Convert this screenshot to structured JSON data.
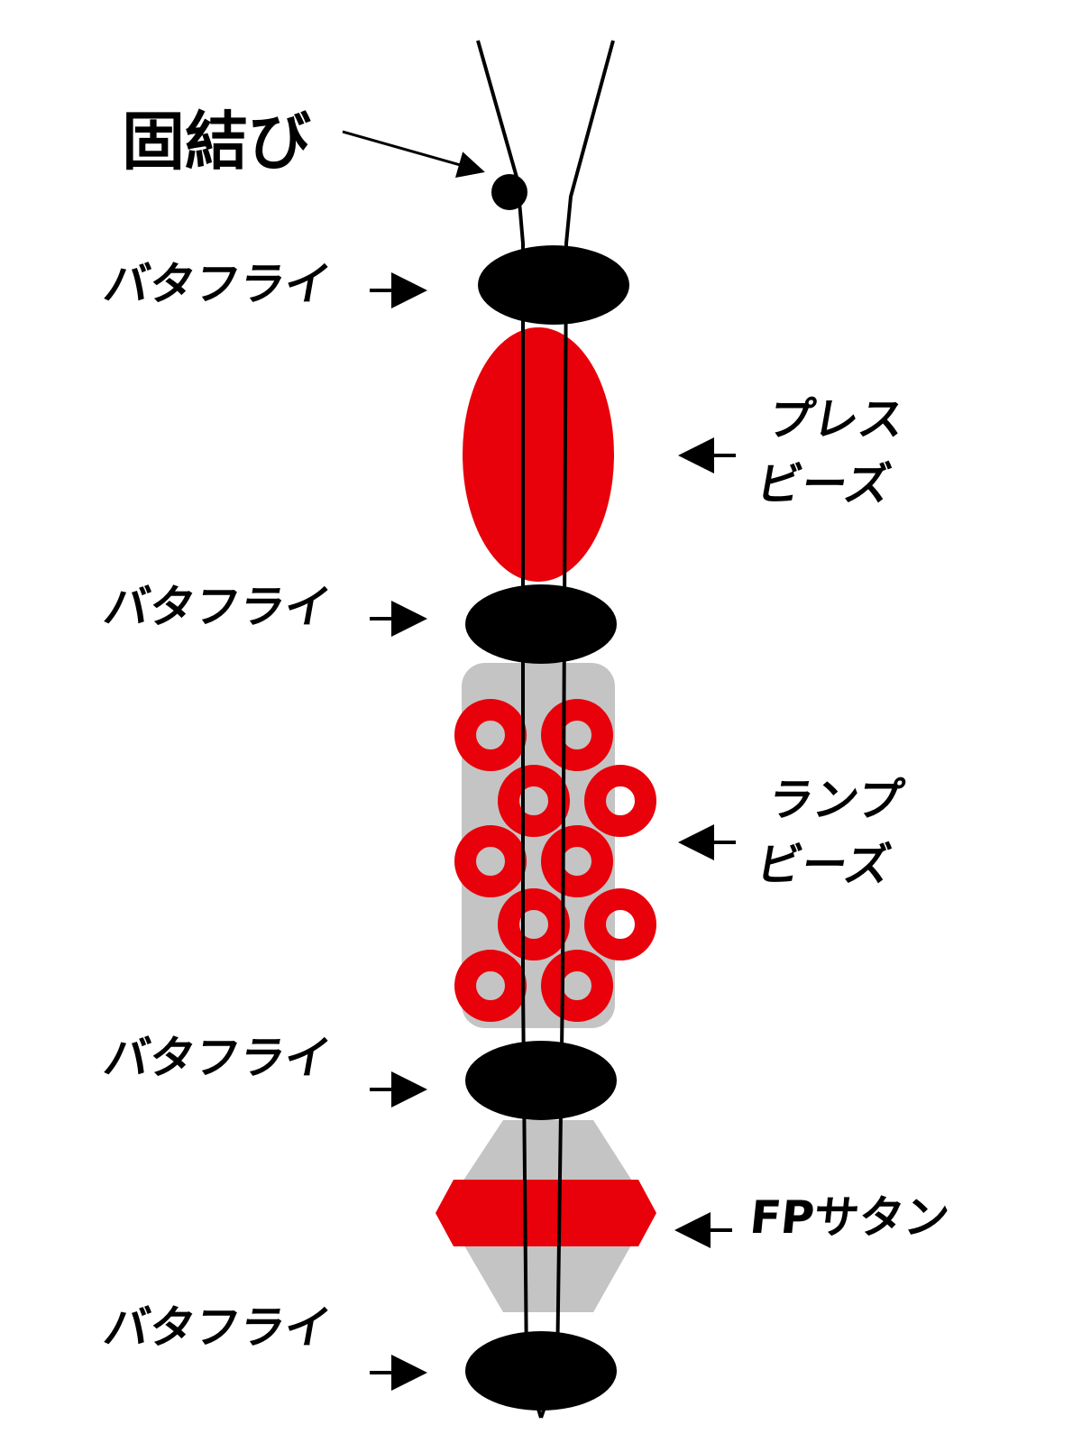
{
  "labels": {
    "knot": "固結び",
    "butterfly": "バタフライ",
    "press_beads": [
      "プレス",
      "ビーズ"
    ],
    "lamp_beads": [
      "ランプ",
      "ビーズ"
    ],
    "fp_saturn": "FPサタン"
  },
  "colors": {
    "bead_red": "#e8000a",
    "butterfly_black": "#000000",
    "backing_gray": "#c4c4c4",
    "line": "#000000"
  }
}
